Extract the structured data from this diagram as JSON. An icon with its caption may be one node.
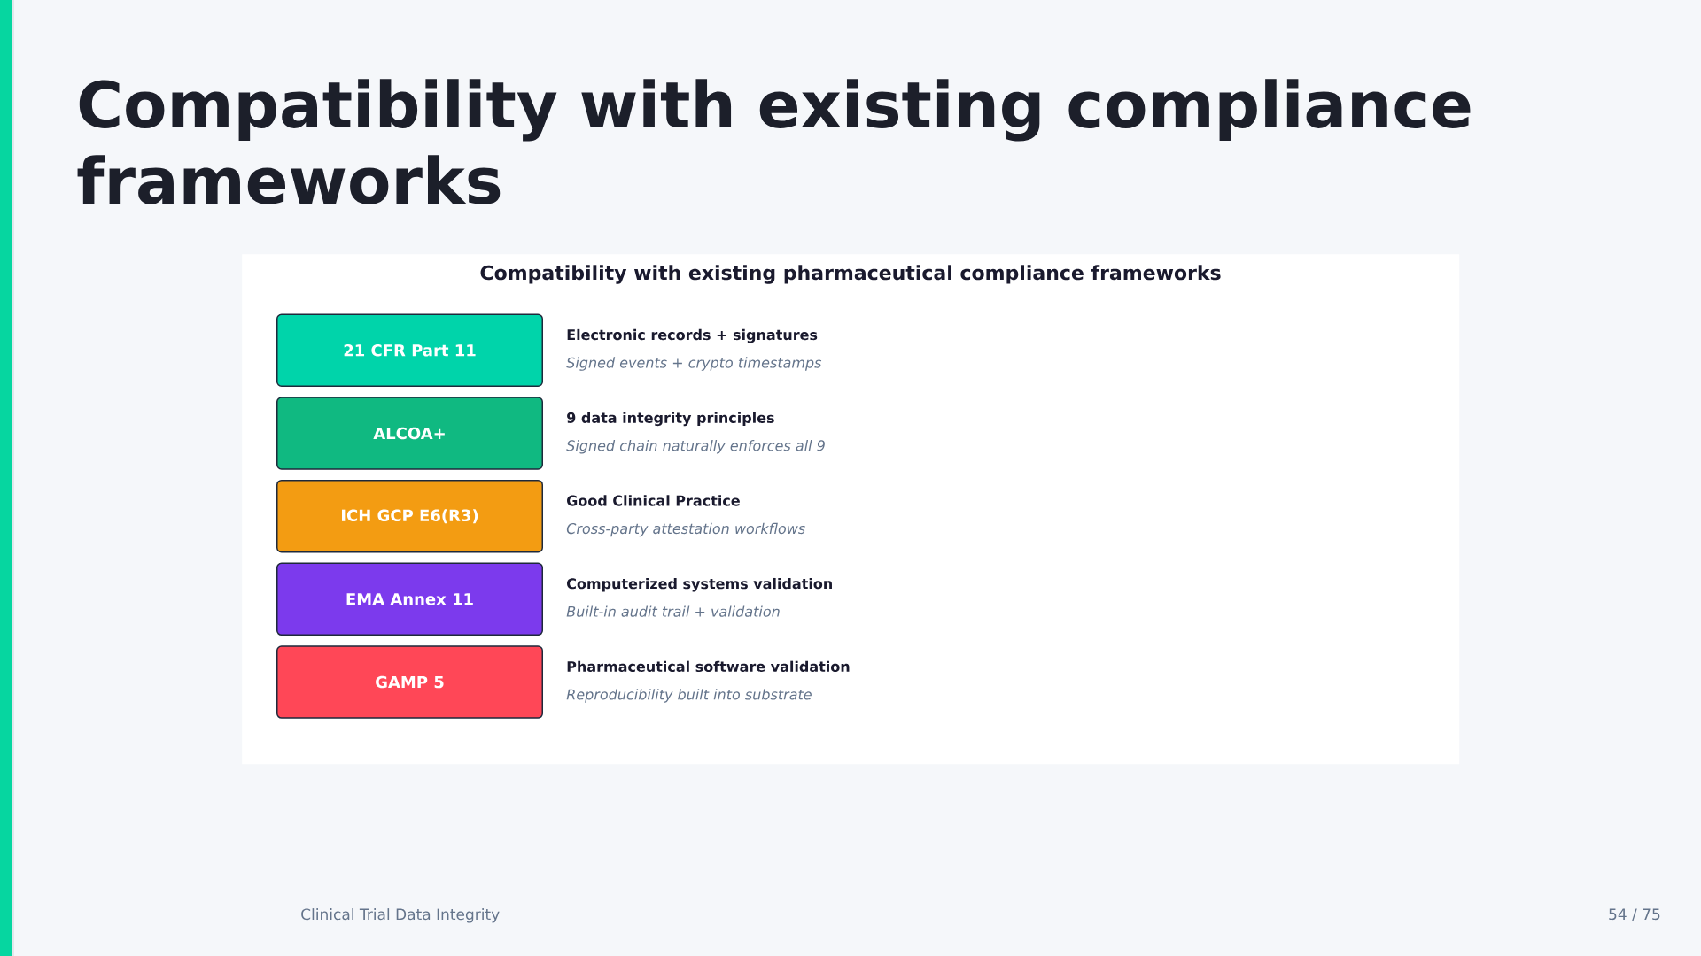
{
  "diagram": {
    "title": "Compatibility with existing compliance frameworks",
    "nodes": [
      {
        "text": [
          "Compatibility with existing pharmaceutical compliance frameworks"
        ]
      },
      {
        "text": [
          "21 CFR Part 11"
        ],
        "in": 0,
        "beside": [
          "Electronic records + signatures",
          "Signed events + crypto timestamps"
        ]
      },
      {
        "text": [
          "ALCOA+"
        ],
        "in": 0,
        "beside": [
          "9 data integrity principles",
          "Signed chain naturally enforces all 9"
        ]
      },
      {
        "text": [
          "ICH GCP E6(R3)"
        ],
        "in": 0,
        "beside": [
          "Good Clinical Practice",
          "Cross-party attestation workflows"
        ]
      },
      {
        "text": [
          "EMA Annex 11"
        ],
        "in": 0,
        "beside": [
          "Computerized systems validation",
          "Built-in audit trail + validation"
        ]
      },
      {
        "text": [
          "GAMP 5"
        ],
        "in": 0,
        "beside": [
          "Pharmaceutical software validation",
          "Reproducibility built into substrate"
        ]
      }
    ],
    "labels": [
      "Clinical Trial Data Integrity",
      "54 / 75"
    ]
  }
}
